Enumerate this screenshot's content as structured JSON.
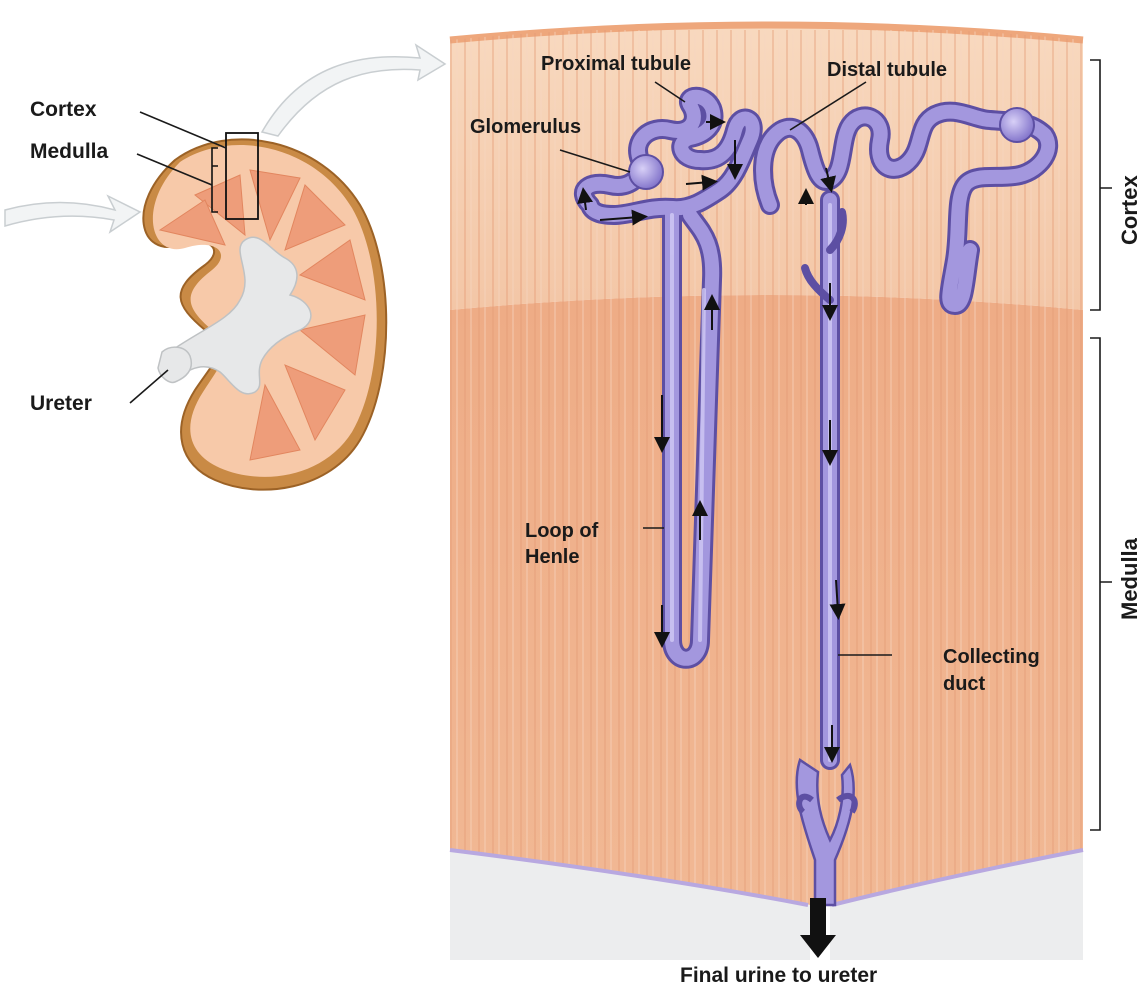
{
  "kidney": {
    "labels": {
      "cortex": "Cortex",
      "medulla": "Medulla",
      "ureter": "Ureter"
    }
  },
  "nephron": {
    "labels": {
      "proximal_tubule": "Proximal tubule",
      "distal_tubule": "Distal tubule",
      "glomerulus": "Glomerulus",
      "loop_of_henle_line1": "Loop of",
      "loop_of_henle_line2": "Henle",
      "collecting_duct_line1": "Collecting",
      "collecting_duct_line2": "duct",
      "final_urine": "Final urine to ureter"
    },
    "regions": {
      "cortex": "Cortex",
      "medulla": "Medulla"
    }
  },
  "colors": {
    "tissue_cortex": "#f6cfb2",
    "tissue_medulla": "#eeaa85",
    "tubule": "#9b8fd6",
    "tubule_outline": "#5d4fa3",
    "kidney_capsule": "#c47a2c",
    "pelvis": "#e9e9ea"
  }
}
